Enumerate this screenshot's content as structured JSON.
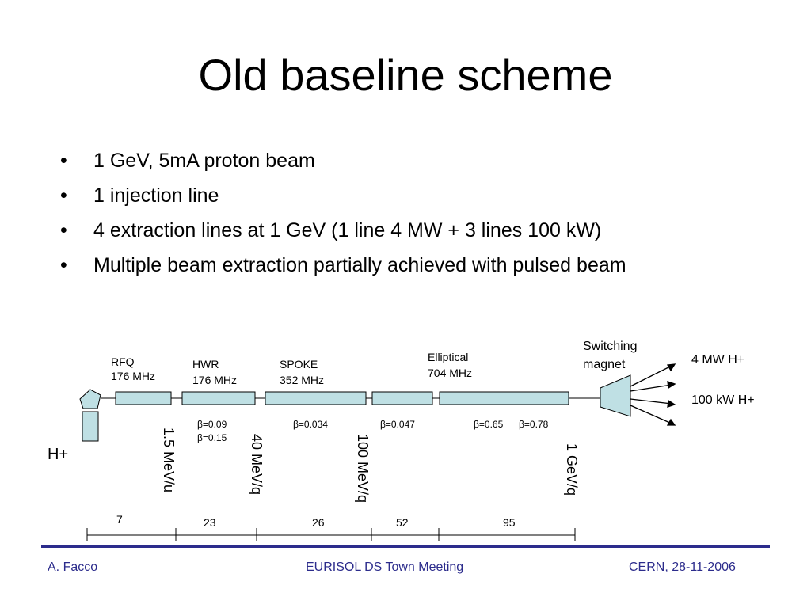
{
  "title": "Old baseline scheme",
  "bullets": [
    "1 GeV, 5mA proton beam",
    "1 injection line",
    "4 extraction lines at 1 GeV (1 line 4 MW + 3 lines 100 kW)",
    "Multiple beam extraction partially achieved with pulsed beam"
  ],
  "bullet_glyph": "•",
  "diagram": {
    "source_label": "H+",
    "sections": [
      {
        "name_line1": "RFQ",
        "name_line2": "176 MHz"
      },
      {
        "name_line1": "HWR",
        "name_line2": "176 MHz"
      },
      {
        "name_line1": "SPOKE",
        "name_line2": "352 MHz"
      },
      {
        "name_line1": "Elliptical",
        "name_line2": "704 MHz"
      }
    ],
    "betas": {
      "hwr_1": "β=0.09",
      "hwr_2": "β=0.15",
      "spoke": "β=0.034",
      "spoke2": "β=0.047",
      "ell_1": "β=0.65",
      "ell_2": "β=0.78"
    },
    "energies": [
      "1.5 MeV/u",
      "40 MeV/q",
      "100 MeV/q",
      "1 GeV/q"
    ],
    "magnet_line1": "Switching",
    "magnet_line2": "magnet",
    "outputs": [
      "4 MW H+",
      "100 kW H+"
    ],
    "lengths": [
      "7",
      "23",
      "26",
      "52",
      "95"
    ],
    "box_color": "#bfe0e4"
  },
  "footer": {
    "left": "A. Facco",
    "center": "EURISOL DS Town Meeting",
    "right": "CERN, 28-11-2006"
  }
}
